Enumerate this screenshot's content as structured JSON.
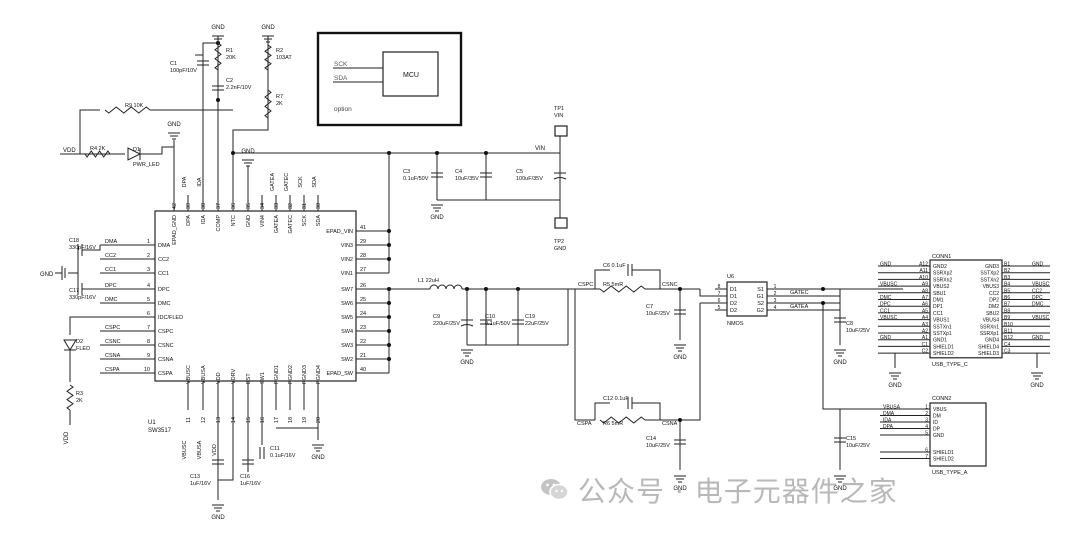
{
  "chip": {
    "ref": "U1",
    "part": "SW3517",
    "left": [
      {
        "num": "1",
        "name": "DMA"
      },
      {
        "num": "2",
        "name": "CC2"
      },
      {
        "num": "3",
        "name": "CC1"
      },
      {
        "num": "4",
        "name": "DPC"
      },
      {
        "num": "5",
        "name": "DMC"
      },
      {
        "num": "6",
        "name": "IDC/FLED"
      },
      {
        "num": "7",
        "name": "CSPC"
      },
      {
        "num": "8",
        "name": "CSNC"
      },
      {
        "num": "9",
        "name": "CSNA"
      },
      {
        "num": "10",
        "name": "CSPA"
      }
    ],
    "right": [
      {
        "num": "41",
        "name": "EPAD_VIN"
      },
      {
        "num": "29",
        "name": "VIN3"
      },
      {
        "num": "28",
        "name": "VIN2"
      },
      {
        "num": "27",
        "name": "VIN1"
      },
      {
        "num": "26",
        "name": "SW7"
      },
      {
        "num": "25",
        "name": "SW6"
      },
      {
        "num": "24",
        "name": "SW5"
      },
      {
        "num": "23",
        "name": "SW4"
      },
      {
        "num": "22",
        "name": "SW3"
      },
      {
        "num": "21",
        "name": "SW2"
      },
      {
        "num": "40",
        "name": "EPAD_SW"
      }
    ],
    "top": [
      {
        "num": "42",
        "name": "EPAD_GND"
      },
      {
        "num": "39",
        "name": "DPA"
      },
      {
        "num": "38",
        "name": "IDA"
      },
      {
        "num": "37",
        "name": "COMP"
      },
      {
        "num": "36",
        "name": "NTC"
      },
      {
        "num": "35",
        "name": "GND"
      },
      {
        "num": "34",
        "name": "VIN4"
      },
      {
        "num": "33",
        "name": "GATEA"
      },
      {
        "num": "32",
        "name": "GATEC"
      },
      {
        "num": "31",
        "name": "SCK"
      },
      {
        "num": "30",
        "name": "SDA"
      }
    ],
    "bottom": [
      {
        "num": "11",
        "name": "VBUSC"
      },
      {
        "num": "12",
        "name": "VBUSA"
      },
      {
        "num": "13",
        "name": "VDD"
      },
      {
        "num": "14",
        "name": "VDRV"
      },
      {
        "num": "15",
        "name": "BST"
      },
      {
        "num": "16",
        "name": "SW1"
      },
      {
        "num": "17",
        "name": "PGND1"
      },
      {
        "num": "18",
        "name": "PGND2"
      },
      {
        "num": "19",
        "name": "PGND3"
      },
      {
        "num": "20",
        "name": "PGND4"
      }
    ]
  },
  "left_nets": [
    "DMA",
    "CC2",
    "CC1",
    "DPC",
    "DMC",
    "CSPC",
    "CSNC",
    "CSNA",
    "CSPA"
  ],
  "top_nets": [
    "DPA",
    "IDA",
    "GATEA",
    "GATEC",
    "SCK",
    "SDA"
  ],
  "bottom_nets": [
    "VBUSC",
    "VBUSA",
    "VDD"
  ],
  "gnd": "GND",
  "vdd": "VDD",
  "vin": "VIN",
  "parts": {
    "R1": {
      "ref": "R1",
      "val": "20K"
    },
    "C1": {
      "ref": "C1",
      "val": "100pF/10V"
    },
    "C2": {
      "ref": "C2",
      "val": "2.2nF/10V"
    },
    "R2": {
      "ref": "R2",
      "val": "103AT"
    },
    "R7": {
      "ref": "R7",
      "val": "2K"
    },
    "R9": {
      "ref": "R9",
      "val": "10K"
    },
    "R4": {
      "ref": "R4",
      "val": "2K"
    },
    "D1": {
      "ref": "D1",
      "val": "PWR_LED"
    },
    "C18": {
      "ref": "C18",
      "val": "330pF/16V"
    },
    "C17": {
      "ref": "C17",
      "val": "330pF/16V"
    },
    "D2": {
      "ref": "D2",
      "val": "FLED"
    },
    "R3": {
      "ref": "R3",
      "val": "2K"
    },
    "C3": {
      "ref": "C3",
      "val": "0.1uF/50V"
    },
    "C4": {
      "ref": "C4",
      "val": "10uF/35V"
    },
    "C5": {
      "ref": "C5",
      "val": "100uF/35V"
    },
    "TP1": {
      "ref": "TP1",
      "val": "VIN"
    },
    "TP2": {
      "ref": "TP2",
      "val": "GND"
    },
    "L1": {
      "ref": "L1",
      "val": "22uH"
    },
    "C9": {
      "ref": "C9",
      "val": "220uF/25V"
    },
    "C10": {
      "ref": "C10",
      "val": "0.1uF/50V"
    },
    "C19": {
      "ref": "C19",
      "val": "22uF/25V"
    },
    "C6": {
      "ref": "C6",
      "val": "0.1uF"
    },
    "R5": {
      "ref": "R5",
      "val": "5mR"
    },
    "C7": {
      "ref": "C7",
      "val": "10uF/25V"
    },
    "C12": {
      "ref": "C12",
      "val": "0.1uF"
    },
    "R6": {
      "ref": "R6",
      "val": "5mR"
    },
    "C14": {
      "ref": "C14",
      "val": "10uF/25V"
    },
    "C13": {
      "ref": "C13",
      "val": "1uF/16V"
    },
    "C16": {
      "ref": "C16",
      "val": "1uF/16V"
    },
    "C11": {
      "ref": "C11",
      "val": "0.1uF/16V"
    },
    "C8": {
      "ref": "C8",
      "val": "10uF/25V"
    },
    "C15": {
      "ref": "C15",
      "val": "10uF/25V"
    }
  },
  "mcu": {
    "label": "MCU",
    "sck": "SCK",
    "sda": "SDA",
    "option": "option"
  },
  "u6": {
    "ref": "U6",
    "part": "NMOS",
    "left": [
      {
        "num": "8",
        "name": "D1"
      },
      {
        "num": "7",
        "name": "D1"
      },
      {
        "num": "6",
        "name": "D2"
      },
      {
        "num": "5",
        "name": "D2"
      }
    ],
    "right": [
      {
        "num": "1",
        "name": "S1"
      },
      {
        "num": "2",
        "name": "G1"
      },
      {
        "num": "3",
        "name": "S2"
      },
      {
        "num": "4",
        "name": "G2"
      }
    ]
  },
  "conn1": {
    "ref": "CONN1",
    "part": "USB_TYPE_C",
    "left": [
      {
        "pin": "A12",
        "name": "GND2",
        "net": "GND"
      },
      {
        "pin": "A11",
        "name": "SSRXp2",
        "net": ""
      },
      {
        "pin": "A10",
        "name": "SSRXn2",
        "net": ""
      },
      {
        "pin": "A9",
        "name": "VBUS2",
        "net": "VBUSC"
      },
      {
        "pin": "A8",
        "name": "SBU1",
        "net": ""
      },
      {
        "pin": "A7",
        "name": "DM1",
        "net": "DMC"
      },
      {
        "pin": "A6",
        "name": "DP1",
        "net": "DPC"
      },
      {
        "pin": "A5",
        "name": "CC1",
        "net": "CC1"
      },
      {
        "pin": "A4",
        "name": "VBUS1",
        "net": "VBUSC"
      },
      {
        "pin": "A3",
        "name": "SSTXn1",
        "net": ""
      },
      {
        "pin": "A2",
        "name": "SSTXp1",
        "net": ""
      },
      {
        "pin": "A1",
        "name": "GND1",
        "net": "GND"
      },
      {
        "pin": "C1",
        "name": "SHIELD1",
        "net": ""
      },
      {
        "pin": "C2",
        "name": "SHIELD2",
        "net": ""
      }
    ],
    "right": [
      {
        "pin": "B1",
        "name": "GND3",
        "net": "GND"
      },
      {
        "pin": "B2",
        "name": "SSTXp2",
        "net": ""
      },
      {
        "pin": "B3",
        "name": "SSTXn2",
        "net": ""
      },
      {
        "pin": "B4",
        "name": "VBUS3",
        "net": "VBUSC"
      },
      {
        "pin": "B5",
        "name": "CC2",
        "net": "CC2"
      },
      {
        "pin": "B6",
        "name": "DP2",
        "net": "DPC"
      },
      {
        "pin": "B7",
        "name": "DM2",
        "net": "DMC"
      },
      {
        "pin": "B8",
        "name": "SBU2",
        "net": ""
      },
      {
        "pin": "B9",
        "name": "VBUS4",
        "net": "VBUSC"
      },
      {
        "pin": "B10",
        "name": "SSRXn1",
        "net": ""
      },
      {
        "pin": "B11",
        "name": "SSRXp1",
        "net": ""
      },
      {
        "pin": "B12",
        "name": "GND4",
        "net": "GND"
      },
      {
        "pin": "C4",
        "name": "SHIELD4",
        "net": ""
      },
      {
        "pin": "C3",
        "name": "SHIELD3",
        "net": ""
      }
    ]
  },
  "conn2": {
    "ref": "CONN2",
    "part": "USB_TYPE_A",
    "pins": [
      {
        "pin": "1",
        "name": "VBUS",
        "net": "VBUSA"
      },
      {
        "pin": "2",
        "name": "DM",
        "net": "DMA"
      },
      {
        "pin": "3",
        "name": "ID",
        "net": "IDA"
      },
      {
        "pin": "4",
        "name": "DP",
        "net": "DPA"
      },
      {
        "pin": "5",
        "name": "GND",
        "net": ""
      },
      {
        "pin": "6",
        "name": "SHIELD1",
        "net": ""
      },
      {
        "pin": "7",
        "name": "SHIELD2",
        "net": ""
      }
    ]
  },
  "wire_labels": {
    "gatec": "GATEC",
    "gatea": "GATEA",
    "cspc": "CSPC",
    "csnc": "CSNC",
    "cspa": "CSPA",
    "csna": "CSNA"
  },
  "watermark": {
    "text": "公众号 · 电子元器件之家"
  }
}
